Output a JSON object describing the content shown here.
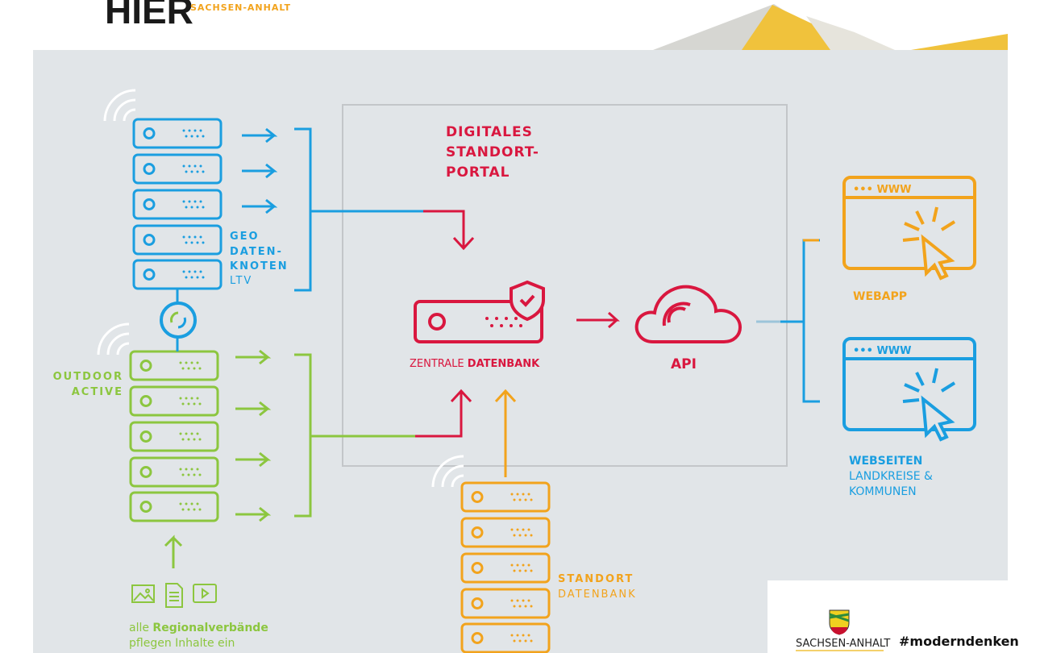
{
  "header": {
    "logo_text": "HIER",
    "logo_subtitle": "SACHSEN-ANHALT"
  },
  "portal": {
    "title_lines": [
      "DIGITALES",
      "STANDORT-",
      "PORTAL"
    ],
    "db_label_prefix": "ZENTRALE ",
    "db_label_bold": "DATENBANK",
    "api_label": "API"
  },
  "geo": {
    "lines": [
      "GEO",
      "DATEN-",
      "KNOTEN"
    ],
    "sub": "LTV"
  },
  "outdoor": {
    "lines": [
      "OUTDOOR",
      "ACTIVE"
    ]
  },
  "standort": {
    "line1": "STANDORT",
    "line2": "DATENBANK"
  },
  "regional": {
    "prefix": "alle ",
    "bold": "Regionalverbände",
    "line2": "pflegen Inhalte ein"
  },
  "outputs": {
    "webapp": {
      "url": "••• WWW",
      "label": "WEBAPP"
    },
    "websites": {
      "url": "••• WWW",
      "label": "WEBSEITEN",
      "sub1": "LANDKREISE &",
      "sub2": "KOMMUNEN"
    }
  },
  "footer": {
    "state_name": "SACHSEN-ANHALT",
    "hashtag": "#moderndenken"
  },
  "colors": {
    "blue": "#1a9ee0",
    "green": "#8cc63f",
    "orange": "#f2a31c",
    "red": "#d9173f",
    "panel": "#e1e5e8"
  },
  "icons": [
    "wifi-icon",
    "server-icon",
    "sync-icon",
    "shield-check-icon",
    "cloud-wifi-icon",
    "browser-window-icon",
    "cursor-click-icon",
    "image-icon",
    "document-icon",
    "video-icon",
    "coat-of-arms-icon"
  ]
}
